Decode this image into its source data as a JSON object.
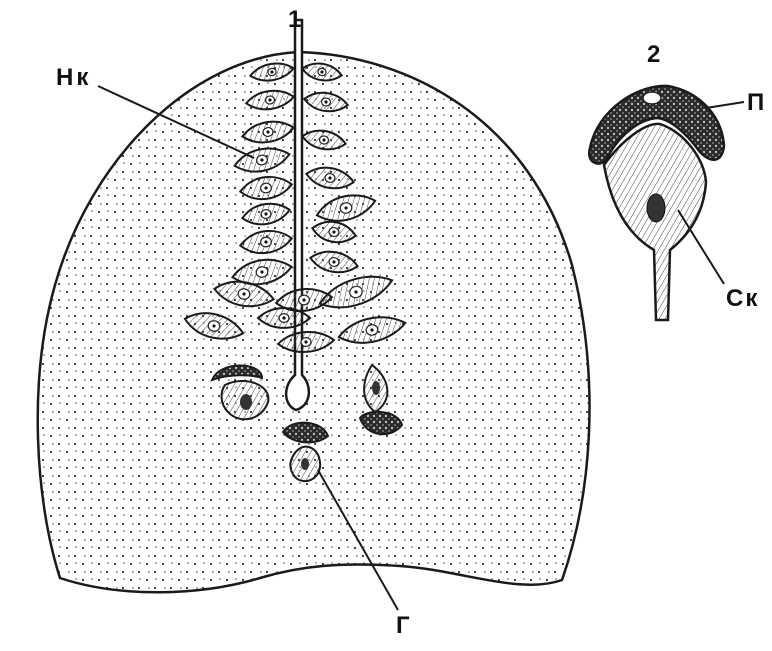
{
  "figure_labels": {
    "fig1": "1",
    "fig2": "2"
  },
  "callouts": {
    "nk": "Нк",
    "p": "П",
    "sk": "Ск",
    "g": "Г"
  },
  "colors": {
    "ink": "#1a1a1a",
    "background": "#ffffff"
  }
}
